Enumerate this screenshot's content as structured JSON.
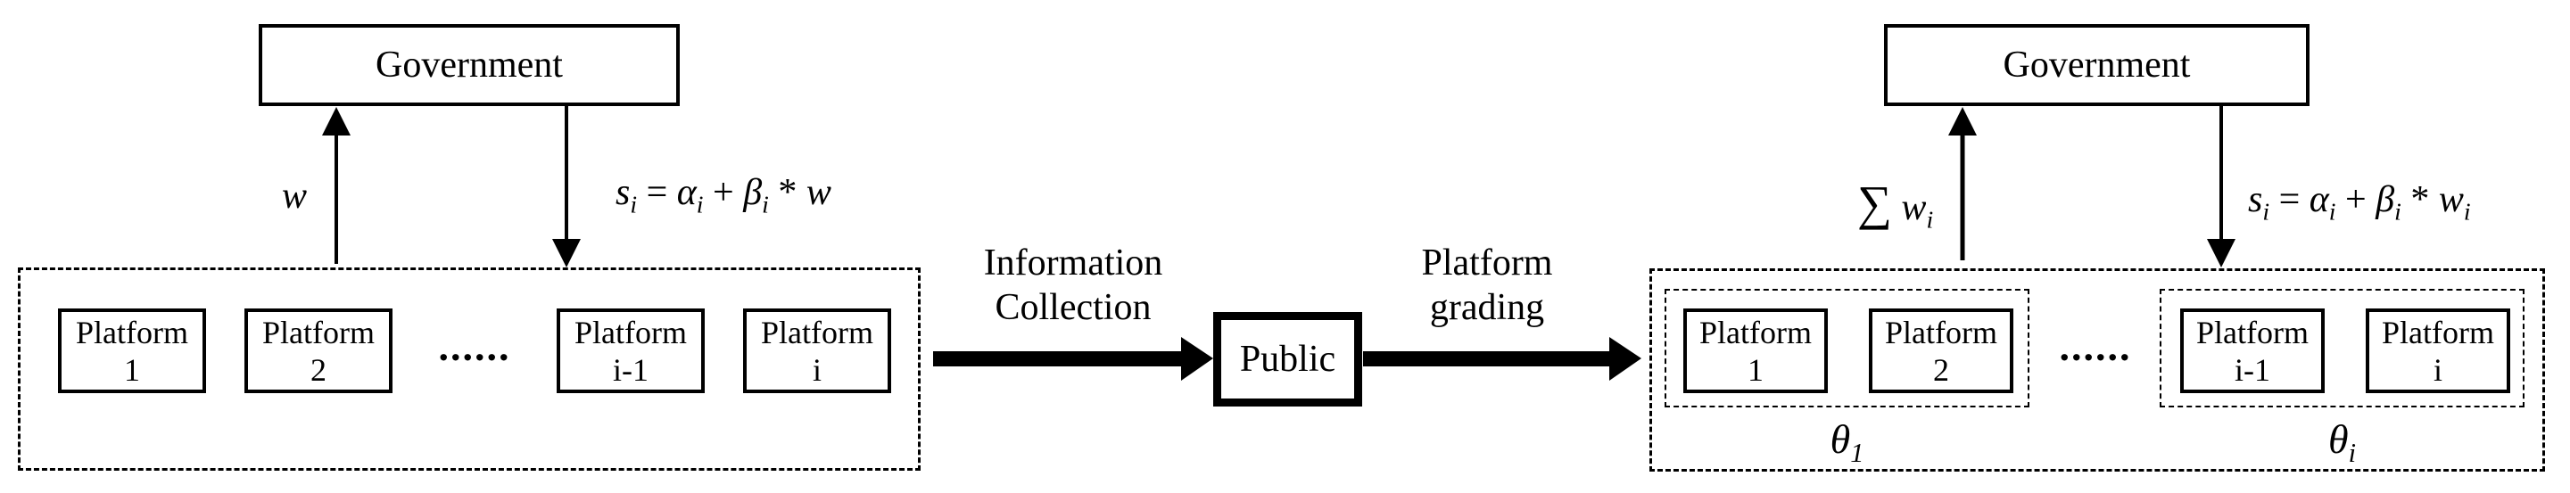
{
  "colors": {
    "ink": "#000000",
    "background": "#ffffff"
  },
  "left_panel": {
    "government_label": "Government",
    "up_arrow_label": [
      {
        "t": "w",
        "it": true
      }
    ],
    "down_arrow_label": [
      {
        "t": "s",
        "it": true
      },
      {
        "t": "i",
        "sub": true
      },
      {
        "t": " = "
      },
      {
        "t": "α",
        "it": true
      },
      {
        "t": "i",
        "sub": true
      },
      {
        "t": " + "
      },
      {
        "t": "β",
        "it": true
      },
      {
        "t": "i",
        "sub": true
      },
      {
        "t": " * "
      },
      {
        "t": "w",
        "it": true
      }
    ],
    "platforms": [
      {
        "line1": "Platform",
        "line2": "1"
      },
      {
        "line1": "Platform",
        "line2": "2"
      },
      {
        "line1": "Platform",
        "line2": "i-1"
      },
      {
        "line1": "Platform",
        "line2": "i"
      }
    ],
    "ellipsis": "......"
  },
  "middle": {
    "collection_label_line1": "Information",
    "collection_label_line2": "Collection",
    "public_label": "Public",
    "grading_label_line1": "Platform",
    "grading_label_line2": "grading"
  },
  "right_panel": {
    "government_label": "Government",
    "up_arrow_label": [
      {
        "t": "∑",
        "big": true
      },
      {
        "t": " "
      },
      {
        "t": "w",
        "it": true
      },
      {
        "t": "i",
        "sub": true
      }
    ],
    "down_arrow_label": [
      {
        "t": "s",
        "it": true
      },
      {
        "t": "i",
        "sub": true
      },
      {
        "t": " = "
      },
      {
        "t": "α",
        "it": true
      },
      {
        "t": "i",
        "sub": true
      },
      {
        "t": " + "
      },
      {
        "t": "β",
        "it": true
      },
      {
        "t": "i",
        "sub": true
      },
      {
        "t": " * "
      },
      {
        "t": "w",
        "it": true
      },
      {
        "t": "i",
        "sub": true
      }
    ],
    "ellipsis": "......",
    "groups": [
      {
        "platforms": [
          {
            "line1": "Platform",
            "line2": "1"
          },
          {
            "line1": "Platform",
            "line2": "2"
          }
        ],
        "label": [
          {
            "t": "θ",
            "it": true
          },
          {
            "t": "1",
            "sub": true
          }
        ]
      },
      {
        "platforms": [
          {
            "line1": "Platform",
            "line2": "i-1"
          },
          {
            "line1": "Platform",
            "line2": "i"
          }
        ],
        "label": [
          {
            "t": "θ",
            "it": true
          },
          {
            "t": "i",
            "sub": true
          }
        ]
      }
    ]
  }
}
